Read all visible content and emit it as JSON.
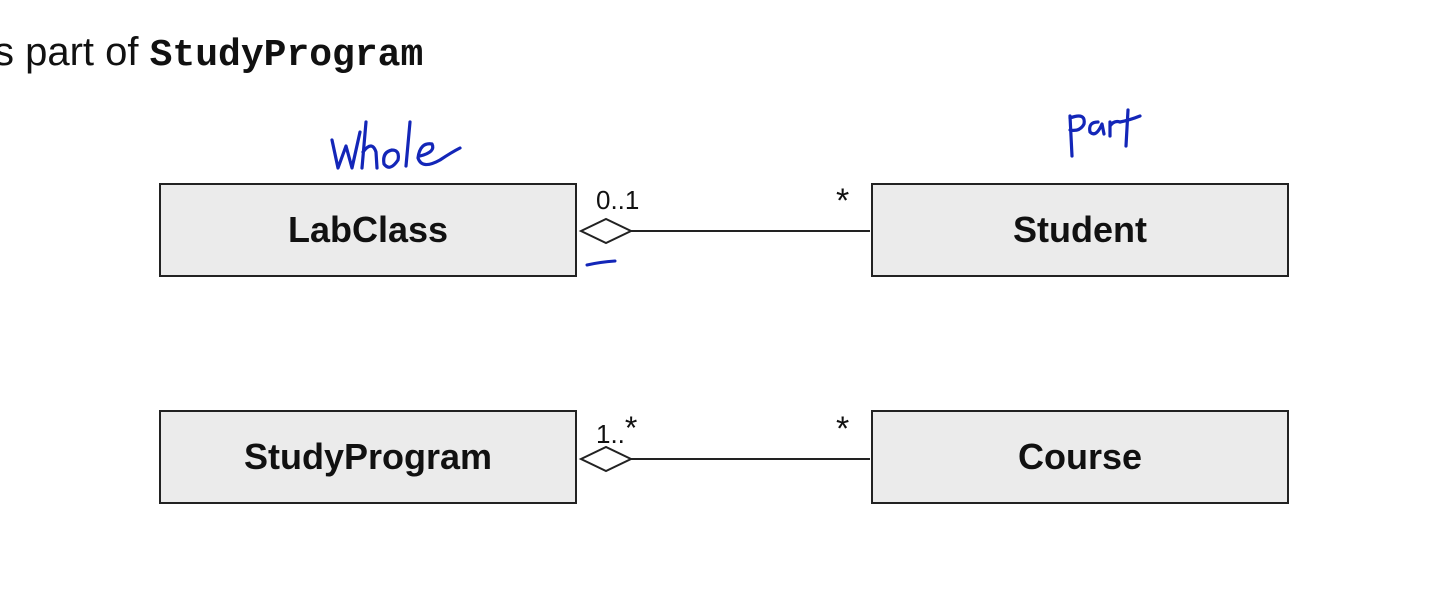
{
  "caption": {
    "prefix": "s part of ",
    "code": "StudyProgram"
  },
  "annotations": {
    "whole": "Whole",
    "part": "part"
  },
  "classes": {
    "labclass": "LabClass",
    "student": "Student",
    "studyprogram": "StudyProgram",
    "course": "Course"
  },
  "multiplicities": {
    "labclass_end": "0..1",
    "student_end": "*",
    "studyprogram_end_prefix": "1..",
    "studyprogram_end_star": "*",
    "course_end": "*"
  },
  "colors": {
    "ink_annotation": "#1326b8",
    "box_fill": "#ebebeb",
    "line": "#222222"
  }
}
